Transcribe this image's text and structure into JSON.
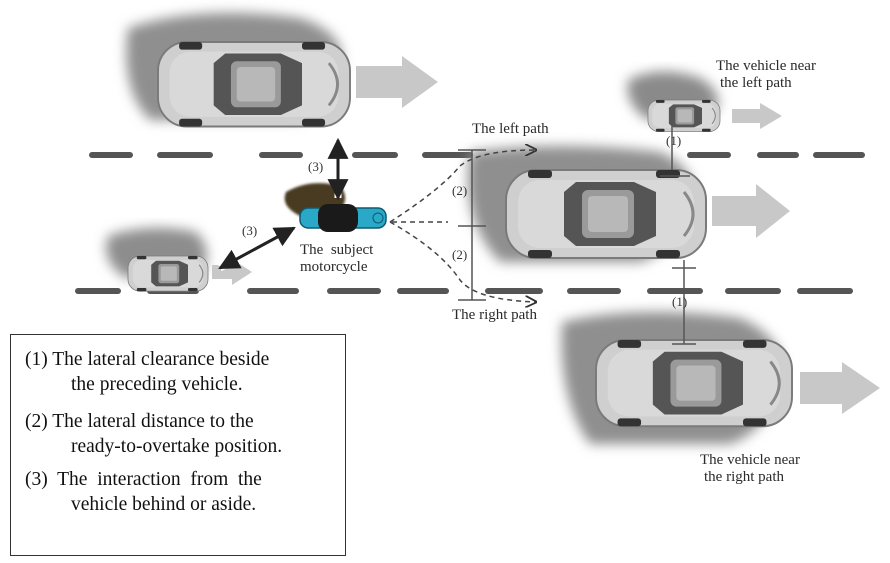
{
  "labels": {
    "vehicle_near_left": [
      "The vehicle near",
      "the left path"
    ],
    "left_path": "The left path",
    "right_path": "The right path",
    "subject": [
      "The  subject",
      "motorcycle"
    ],
    "vehicle_near_right": [
      "The vehicle near",
      "the right path"
    ]
  },
  "markers": {
    "one": "(1)",
    "two": "(2)",
    "three": "(3)"
  },
  "legend": [
    {
      "line1": "(1) The lateral clearance beside",
      "line2": "the preceding vehicle."
    },
    {
      "line1": "(2) The lateral distance to the",
      "line2": "ready-to-overtake position."
    },
    {
      "line1": "(3)  The  interaction  from  the",
      "line2": "vehicle behind or aside."
    }
  ],
  "colors": {
    "car_body": "#c8c8c8",
    "car_shadow": "#9a9a9a",
    "arrow": "#c9c9c9",
    "lane_mark": "#555555",
    "motorcycle": "#2aa8c8",
    "rider": "#4a3a20"
  }
}
